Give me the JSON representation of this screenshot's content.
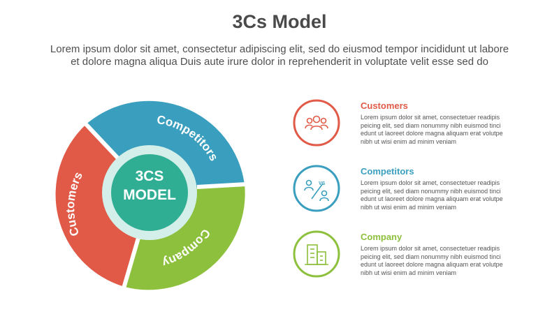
{
  "title": "3Cs Model",
  "subtitle_lines": [
    "Lorem ipsum dolor sit amet, consectetur adipiscing elit, sed do eiusmod tempor incididunt ut labore",
    "et dolore magna aliqua Duis aute irure dolor in reprehenderit in voluptate velit esse sed do"
  ],
  "diagram": {
    "center_line1": "3CS",
    "center_line2": "MODEL",
    "segments": {
      "competitors": {
        "label": "Competitors",
        "color": "#3a9fbf"
      },
      "customers": {
        "label": "Customers",
        "color": "#e05a47"
      },
      "company": {
        "label": "Company",
        "color": "#8dc03c"
      }
    },
    "center_color": "#2fae93",
    "ring_color": "#d4efe9"
  },
  "items": [
    {
      "title": "Customers",
      "color": "#e05a47",
      "icon": "people-group-icon",
      "body_lines": [
        "Lorem ipsum dolor sit amet, consectetuer readipis",
        "peicing elit, sed diam nonummy nibh euismod tinci",
        "edunt ut laoreet dolore magna aliquam erat volutpe",
        "nibh ut wisi enim ad minim veniam"
      ]
    },
    {
      "title": "Competitors",
      "color": "#3a9fbf",
      "icon": "versus-people-icon",
      "icon_text": "VS",
      "body_lines": [
        "Lorem ipsum dolor sit amet, consectetuer readipis",
        "peicing elit, sed diam nonummy nibh euismod tinci",
        "edunt ut laoreet dolore magna aliquam erat volutpe",
        "nibh ut wisi enim ad minim veniam"
      ]
    },
    {
      "title": "Company",
      "color": "#8dc03c",
      "icon": "building-icon",
      "body_lines": [
        "Lorem ipsum dolor sit amet, consectetuer readipis",
        "peicing elit, sed diam nonummy nibh euismod tinci",
        "edunt ut laoreet dolore magna aliquam erat volutpe",
        "nibh ut wisi enim ad minim veniam"
      ]
    }
  ]
}
